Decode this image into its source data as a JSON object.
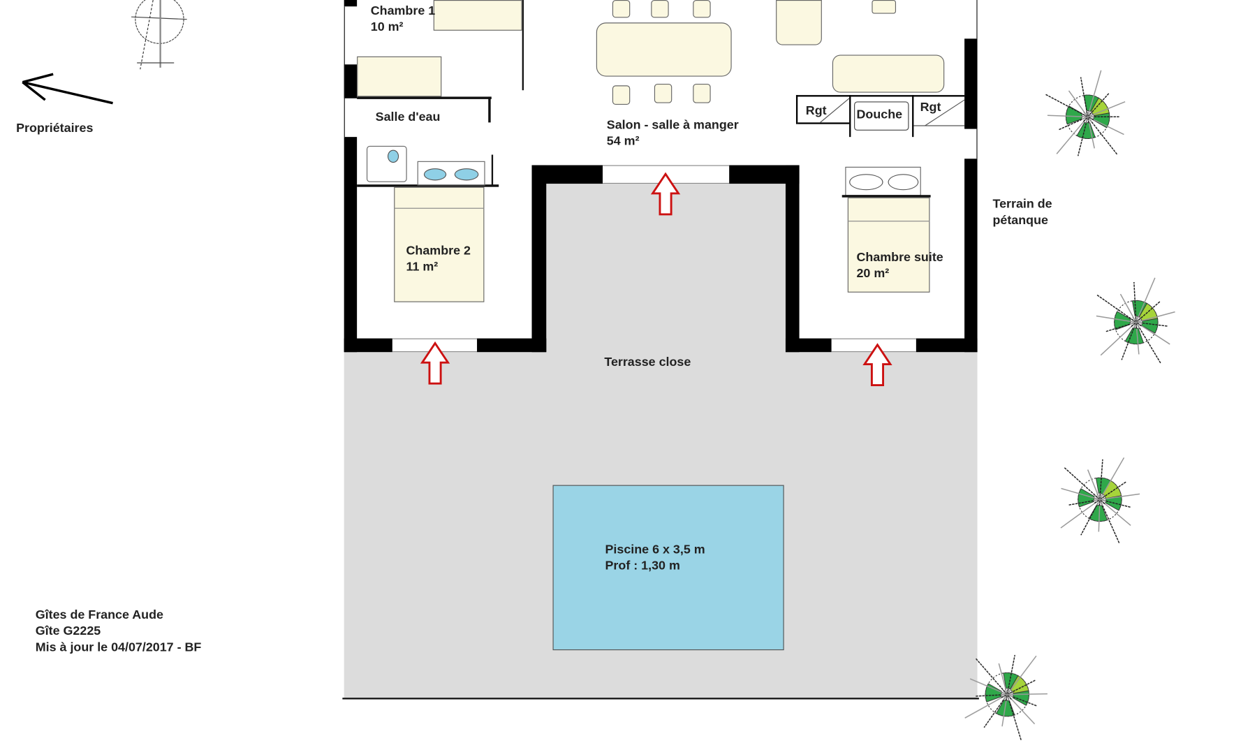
{
  "labels": {
    "owners": "Propriétaires",
    "chambre1": [
      "Chambre 1",
      "10 m²"
    ],
    "salle_eau": "Salle d'eau",
    "chambre2": [
      "Chambre 2",
      "11 m²"
    ],
    "salon": [
      "Salon - salle à manger",
      "54 m²"
    ],
    "rgt_left": "Rgt",
    "douche": "Douche",
    "rgt_right": "Rgt",
    "chambre_suite": [
      "Chambre suite",
      "20 m²"
    ],
    "terrain": [
      "Terrain de",
      "pétanque"
    ],
    "terrasse": "Terrasse close",
    "piscine": [
      "Piscine 6 x 3,5 m",
      "Prof : 1,30 m"
    ],
    "credits": [
      "Gîtes de France Aude",
      "Gîte G2225",
      "Mis à jour le 04/07/2017 - BF"
    ]
  },
  "colors": {
    "wall": "#000000",
    "furniture": "#fbf8e1",
    "terrace": "#dcdcdc",
    "pool": "#9ad4e6",
    "arrow": "#cc1111",
    "tree_dark": "#2fa84a",
    "tree_light": "#a6d43a"
  }
}
